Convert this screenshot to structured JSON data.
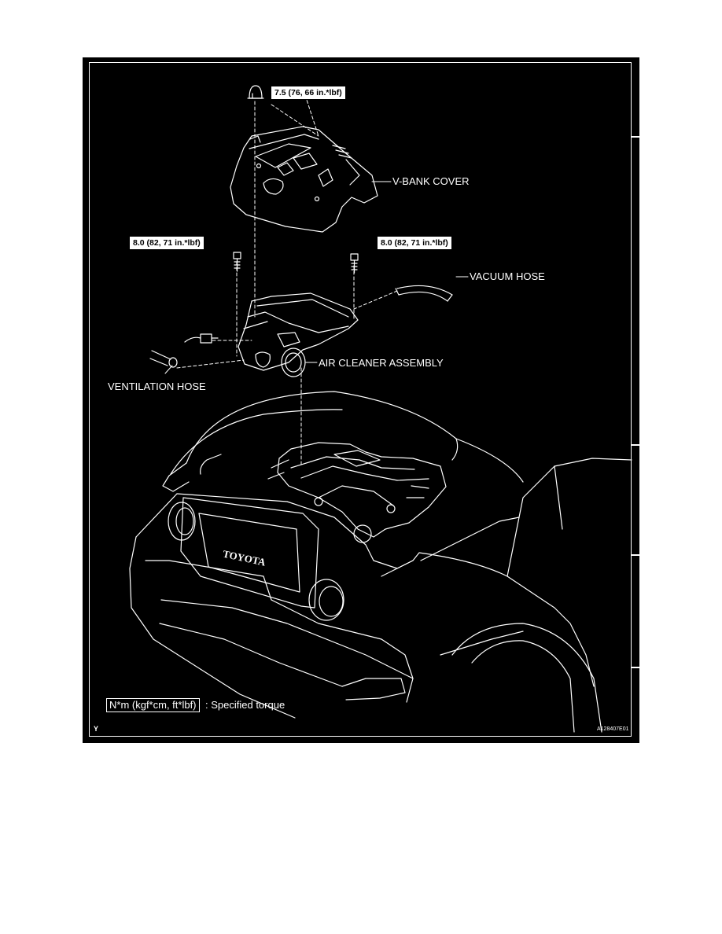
{
  "diagram": {
    "torque_callouts": {
      "cap_nut": "7.5 (76, 66 in.*lbf)",
      "left_bolt": "8.0 (82, 71 in.*lbf)",
      "right_bolt": "8.0 (82, 71 in.*lbf)"
    },
    "part_labels": {
      "v_bank_cover": "V-BANK COVER",
      "vacuum_hose": "VACUUM HOSE",
      "air_cleaner_assembly": "AIR CLEANER ASSEMBLY",
      "ventilation_hose": "VENTILATION HOSE"
    },
    "legend": {
      "unit_box": "N*m (kgf*cm, ft*lbf)",
      "description": ": Specified torque"
    },
    "corner_mark": "Y",
    "figure_id": "A128407E01",
    "colors": {
      "background": "#000000",
      "line": "#ffffff",
      "paper": "#ffffff"
    }
  }
}
